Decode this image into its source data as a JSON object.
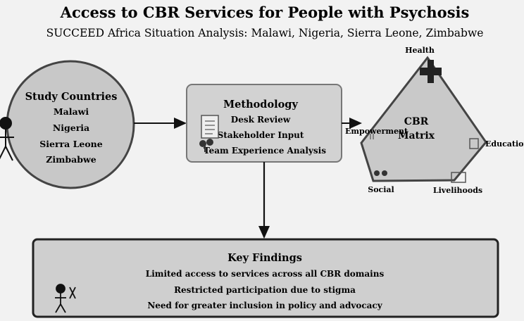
{
  "title": "Access to CBR Services for People with Psychosis",
  "subtitle": "SUCCEED Africa Situation Analysis: Malawi, Nigeria, Sierra Leone, Zimbabwe",
  "study_countries": {
    "heading": "Study Countries",
    "items": [
      "Malawi",
      "Nigeria",
      "Sierra Leone",
      "Zimbabwe"
    ]
  },
  "methodology": {
    "heading": "Methodology",
    "items": [
      "Desk Review",
      "Stakeholder Input",
      "Team Experience Analysis"
    ]
  },
  "cbr_matrix": {
    "heading_line1": "CBR",
    "heading_line2": "Matrix",
    "domains": {
      "health": "Health",
      "education": "Education",
      "livelihoods": "Livelihoods",
      "social": "Social",
      "empowerment": "Empowerment"
    }
  },
  "key_findings": {
    "heading": "Key Findings",
    "items": [
      "Limited access to services across all CBR domains",
      "Restricted participation due to stigma",
      "Need for greater inclusion in policy and advocacy"
    ]
  },
  "colors": {
    "background": "#f2f2f2",
    "circle_fill": "#c8c8c8",
    "box_fill": "#d2d2d2",
    "findings_fill": "#cfcfcf",
    "stroke": "#444444",
    "border": "#222222"
  },
  "icons": [
    "person-icon",
    "document-icon",
    "people-icon",
    "health-cross-icon",
    "education-icon",
    "livelihoods-icon",
    "social-icon",
    "empowerment-icon",
    "excluded-person-icon"
  ]
}
